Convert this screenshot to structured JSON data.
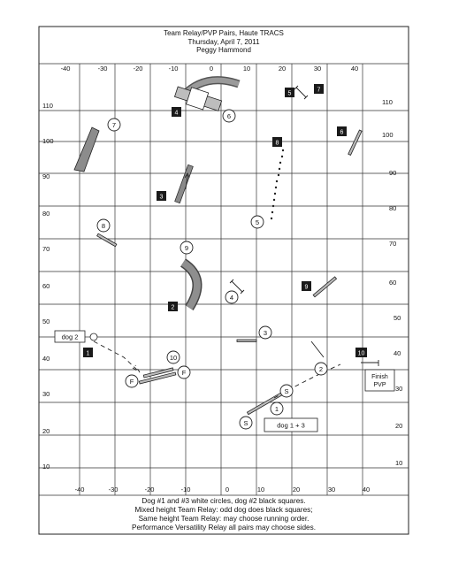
{
  "header": {
    "lines": [
      "Team Relay/PVP Pairs, Haute TRACS",
      "Thursday, April 7, 2011",
      "Peggy Hammond"
    ]
  },
  "grid": {
    "x_ticks_top": [
      "-40",
      "-30",
      "-20",
      "-10",
      "0",
      "10",
      "20",
      "30",
      "40"
    ],
    "x_ticks_bottom": [
      "-40",
      "-30",
      "-20",
      "-10",
      "0",
      "10",
      "20",
      "30",
      "40"
    ],
    "y_ticks_left": [
      "110",
      "100",
      "90",
      "80",
      "70",
      "60",
      "50",
      "40",
      "30",
      "20",
      "10"
    ],
    "y_ticks_right": [
      "110",
      "100",
      "90",
      "80",
      "70",
      "60",
      "50",
      "40",
      "30",
      "20",
      "10"
    ]
  },
  "dog_circles": [
    "1",
    "2",
    "3",
    "4",
    "5",
    "6",
    "7",
    "8",
    "9",
    "10",
    "S",
    "S",
    "F",
    "F"
  ],
  "dog_squares": [
    "1",
    "2",
    "3",
    "4",
    "5",
    "6",
    "7",
    "8",
    "9",
    "10"
  ],
  "labels": {
    "dog2": "dog 2",
    "dog13": "dog 1 + 3",
    "finish_line1": "Finish",
    "finish_line2": "PVP"
  },
  "footer": {
    "lines": [
      "Dog #1 and #3 white circles, dog #2 black squares.",
      "Mixed height Team Relay: odd dog does black squares;",
      "Same height Team Relay: may choose running order.",
      "Performance Versatility Relay all pairs may choose sides."
    ]
  }
}
